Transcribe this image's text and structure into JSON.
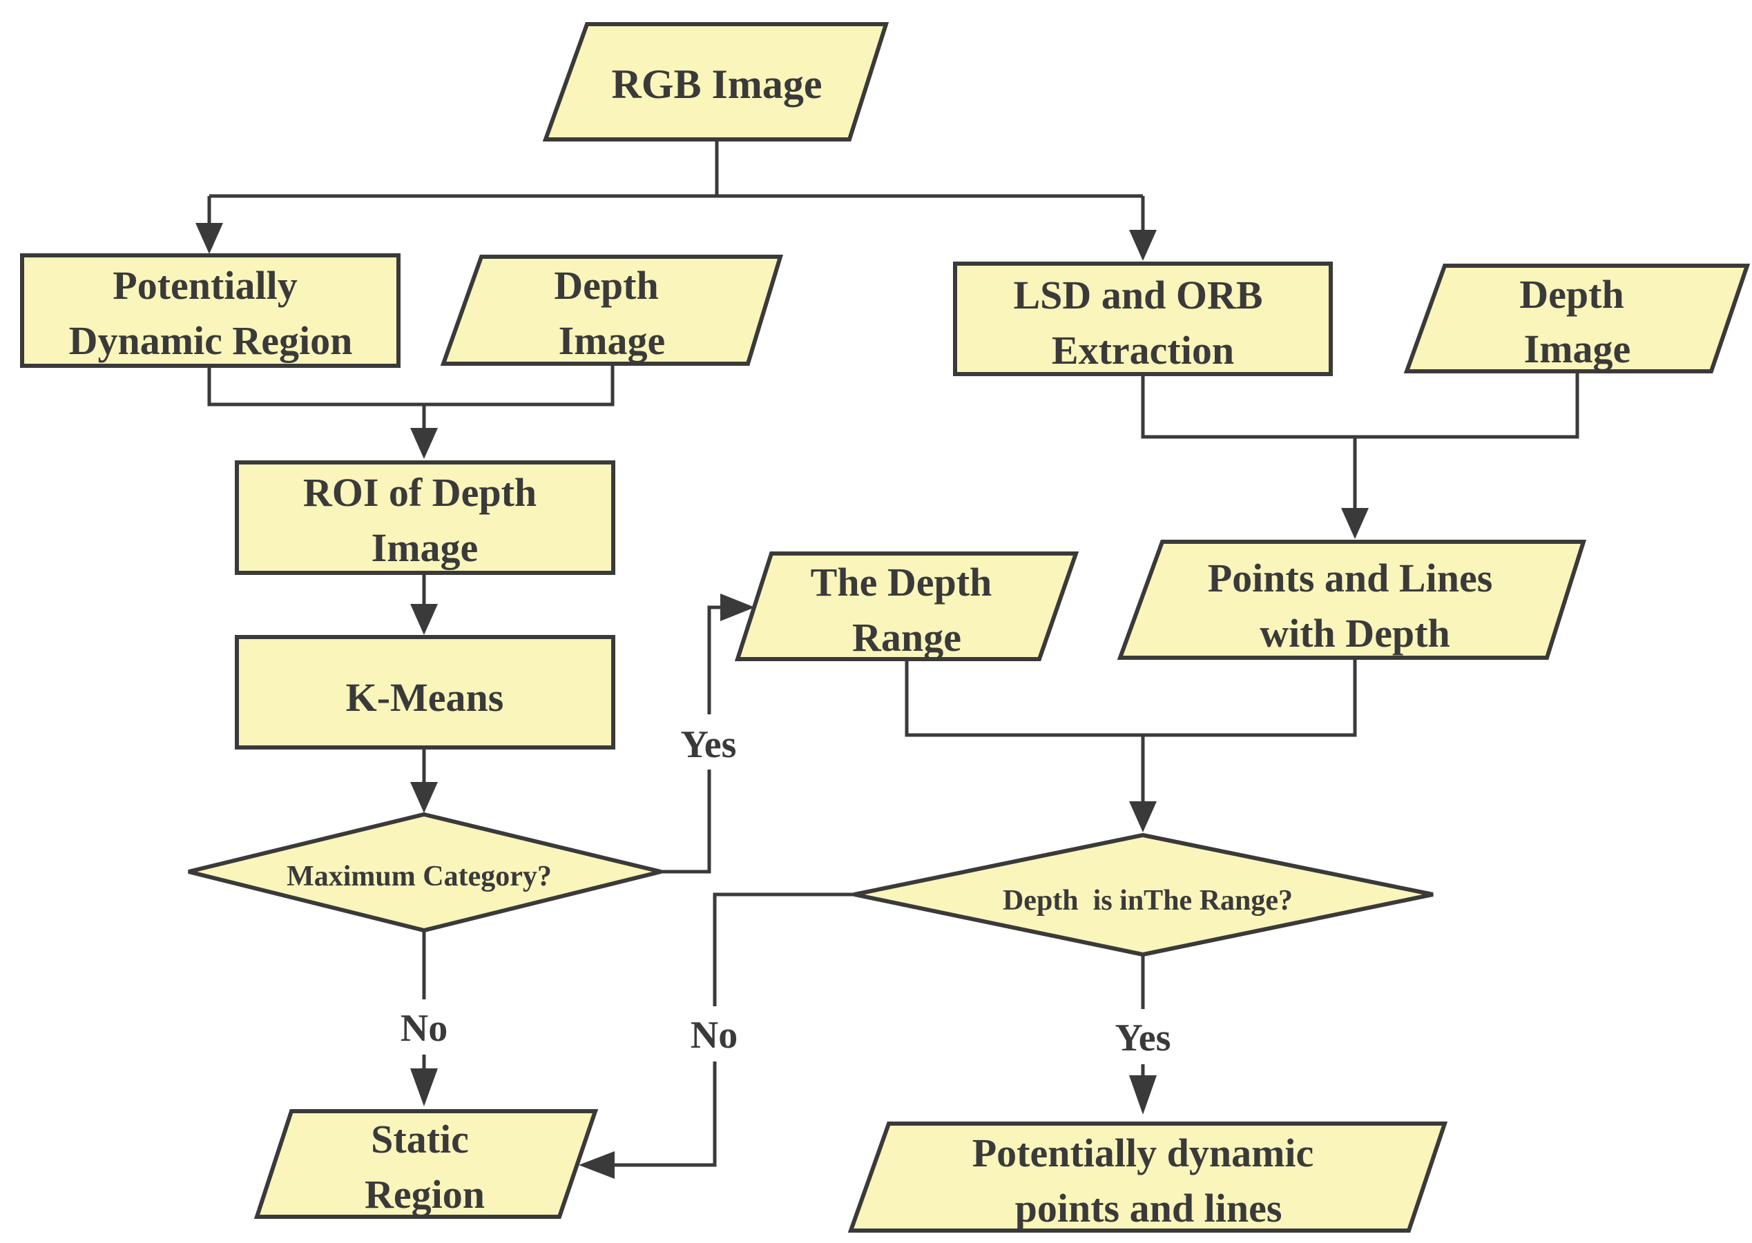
{
  "nodes": {
    "rgb_image": "RGB Image",
    "potentially_dynamic_region": [
      "Potentially",
      "Dynamic Region"
    ],
    "depth_image_left": [
      "Depth",
      "Image"
    ],
    "lsd_orb_extraction": [
      "LSD and ORB",
      "Extraction"
    ],
    "depth_image_right": [
      "Depth",
      "Image"
    ],
    "roi_depth_image": [
      "ROI of Depth",
      "Image"
    ],
    "k_means": "K-Means",
    "maximum_category": "Maximum Category?",
    "depth_range": [
      "The Depth",
      "Range"
    ],
    "points_lines_depth": [
      "Points and Lines",
      "with Depth"
    ],
    "depth_in_range": "Depth  is inThe Range?",
    "static_region": [
      "Static",
      "Region"
    ],
    "potentially_dynamic_points": [
      "Potentially dynamic",
      "points and lines"
    ]
  },
  "edge_labels": {
    "max_yes": "Yes",
    "max_no": "No",
    "range_no": "No",
    "range_yes": "Yes"
  },
  "colors": {
    "node_fill": "#f9f5bb",
    "stroke": "#3a3a3a",
    "text": "#3a3a3a"
  }
}
